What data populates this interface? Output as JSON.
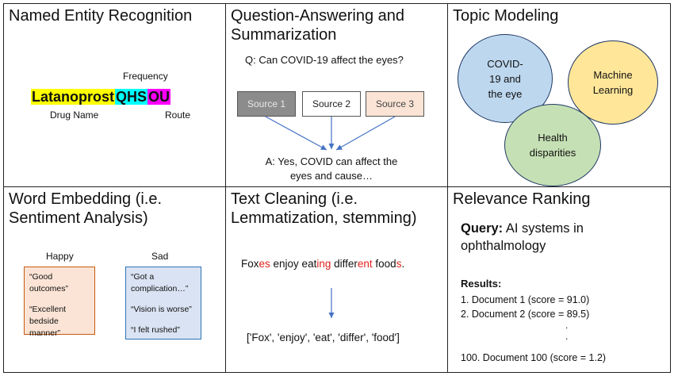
{
  "ner": {
    "title": "Named Entity Recognition",
    "frequency_label": "Frequency",
    "drug_name_label": "Drug Name",
    "route_label": "Route",
    "entity_drug": "Latanoprost",
    "entity_frequency": "QHS",
    "entity_route": "OU",
    "colors": {
      "drug": "#ffff00",
      "frequency": "#00ffff",
      "route": "#ff00ff"
    }
  },
  "qa": {
    "title": "Question-Answering and\nSummarization",
    "question": "Q: Can COVID-19 affect the eyes?",
    "sources": [
      "Source 1",
      "Source 2",
      "Source 3"
    ],
    "answer_line1": "A: Yes, COVID can affect the",
    "answer_line2": "eyes and cause…",
    "colors": {
      "source1": "#8c8c8c",
      "source2": "#ffffff",
      "source3": "#fbe4d5",
      "arrow": "#4472c4"
    }
  },
  "topic": {
    "title": "Topic Modeling",
    "circle_covid": "COVID-\n19 and\nthe eye",
    "circle_ml": "Machine\nLearning",
    "circle_health": "Health\ndisparities",
    "colors": {
      "covid": "#bdd7ee",
      "ml": "#ffe699",
      "health": "#c5e0b4"
    }
  },
  "embedding": {
    "title": "Word Embedding (i.e.\nSentiment Analysis)",
    "happy_label": "Happy",
    "sad_label": "Sad",
    "happy_quotes": [
      "“Good outcomes”",
      "“Excellent bedside manner”"
    ],
    "sad_quotes": [
      "“Got a complication…”",
      "“Vision is worse”",
      "“I felt rushed”"
    ],
    "colors": {
      "happy_bg": "#fbe4d5",
      "sad_bg": "#dae3f3"
    }
  },
  "cleaning": {
    "title": "Text Cleaning (i.e.\nLemmatization, stemming)",
    "sentence_parts": [
      "Fox",
      "es",
      " enjoy eat",
      "ing",
      " differ",
      "ent",
      " food",
      "s",
      "."
    ],
    "result": "['Fox', 'enjoy', 'eat', 'differ', 'food']",
    "colors": {
      "highlight": "#e0211d",
      "arrow": "#4472c4"
    }
  },
  "ranking": {
    "title": "Relevance Ranking",
    "query_label": "Query:",
    "query_text": " AI systems in",
    "query_text2": "ophthalmology",
    "results_label": "Results:",
    "results": [
      "1. Document 1 (score = 91.0)",
      "2. Document 2 (score = 89.5)",
      "100. Document 100 (score = 1.2)"
    ],
    "ellipsis_dot": "."
  }
}
